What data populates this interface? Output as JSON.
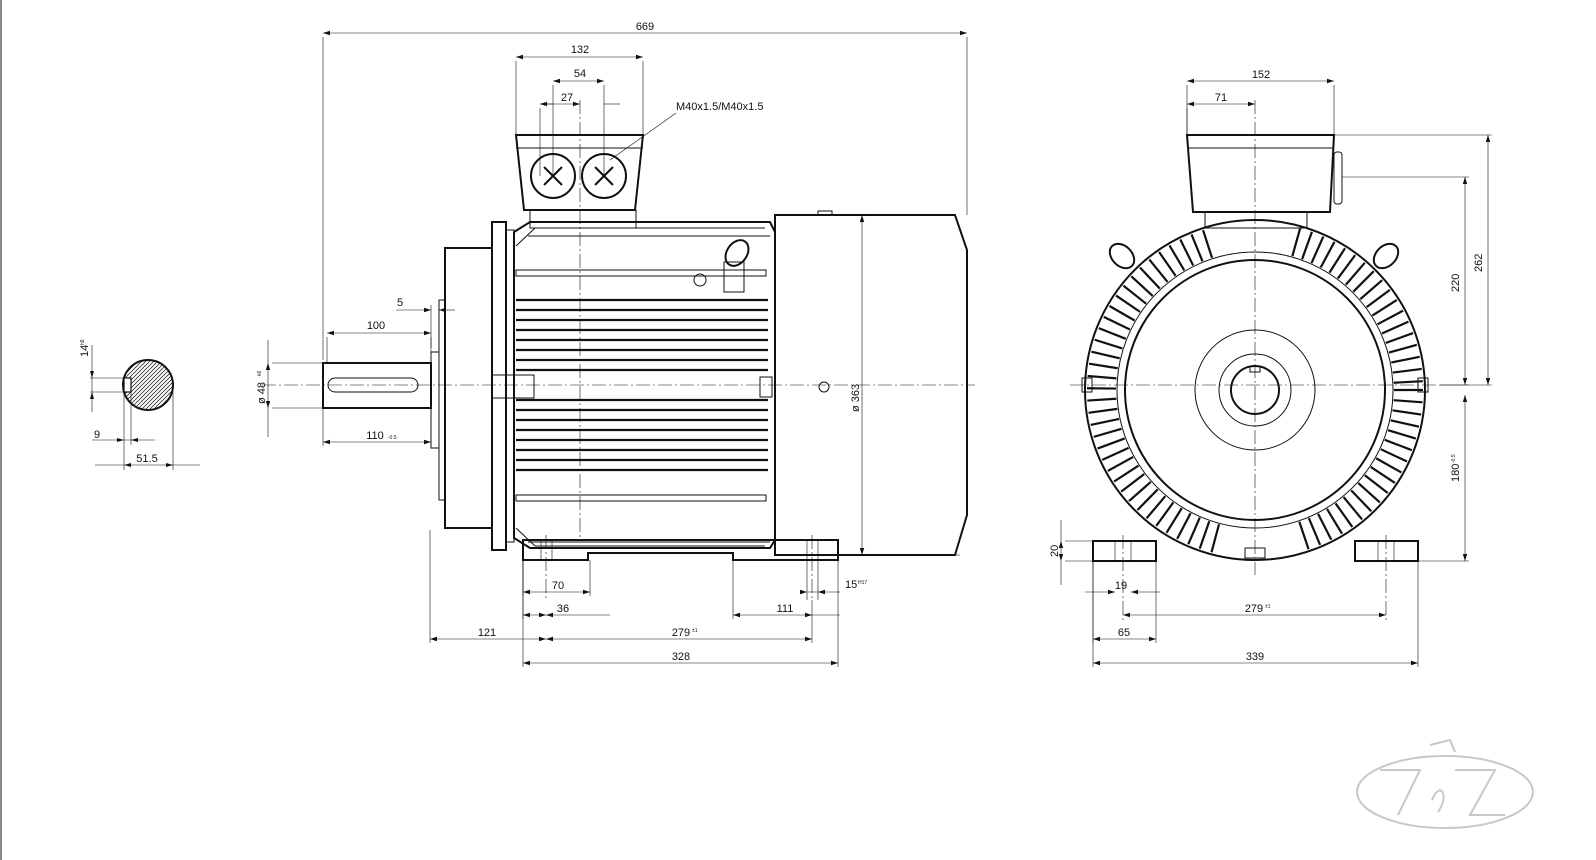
{
  "drawing": {
    "dimensions": {
      "overall_length": "669",
      "terminal_box_width": "132",
      "gland_pitch": "54",
      "gland_offset": "27",
      "cable_glands": "M40x1.5/M40x1.5",
      "shaft_length": "100",
      "shaft_shoulder": "5",
      "shaft_diameter": "ø 48",
      "shaft_diameter_tol": "k6",
      "shaft_key_length": "110",
      "shaft_key_length_tol": "-0.5",
      "body_diameter": "ø 363",
      "foot_70": "70",
      "foot_36": "36",
      "foot_111": "111",
      "foot_hole": "15",
      "foot_hole_tol": "H17",
      "flange_121": "121",
      "foot_centers": "279",
      "foot_centers_tol": "±1",
      "foot_length": "328",
      "key_width": "14",
      "key_width_tol": "h9",
      "key_depth": "9",
      "key_height": "51.5",
      "box_width_end": "152",
      "box_offset_end": "71",
      "height_220": "220",
      "height_262": "262",
      "shaft_height": "180",
      "shaft_height_tol": "-0.5",
      "foot_thickness": "20",
      "foot_hole_end": "19",
      "foot_spacing_end": "279",
      "foot_spacing_end_tol": "±1",
      "foot_width": "65",
      "overall_width": "339"
    }
  }
}
